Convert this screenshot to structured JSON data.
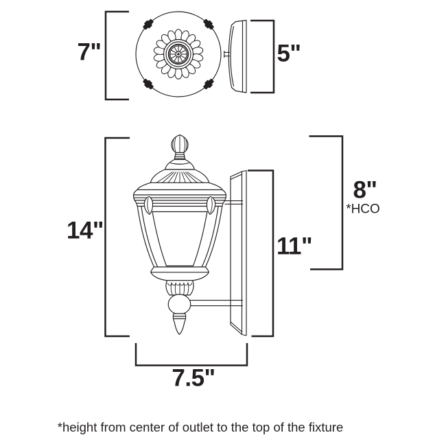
{
  "colors": {
    "background": "#ffffff",
    "ink": "#231f20"
  },
  "top_view": {
    "canopy_width_label": "7\"",
    "backplate_depth_label": "5\""
  },
  "front_view": {
    "fixture_height_label": "14\"",
    "backplate_height_label": "11\"",
    "outlet_height_label": "8\"",
    "outlet_height_note": "*HCO",
    "fixture_width_label": "7.5\""
  },
  "footnote": "*height from center of outlet to the top of the fixture"
}
